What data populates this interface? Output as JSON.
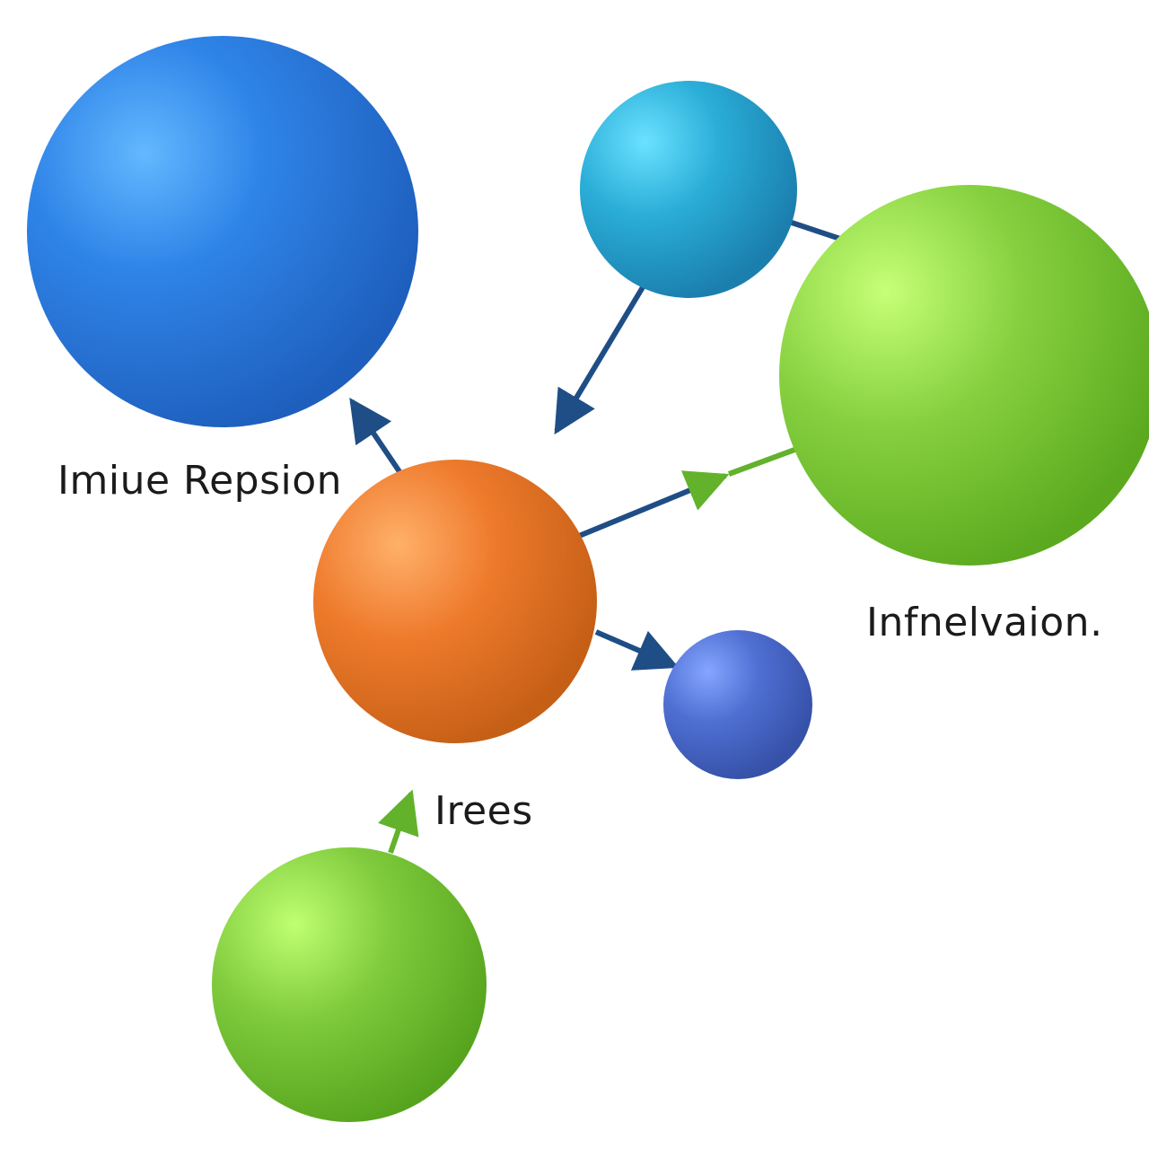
{
  "diagram": {
    "labels": {
      "top_left": "Imiue Repsion",
      "right": "Infnelvaion.",
      "bottom": "Irees"
    },
    "nodes": [
      {
        "name": "large-blue-sphere",
        "color": "#2f7fe0"
      },
      {
        "name": "cyan-sphere",
        "color": "#2aaed6"
      },
      {
        "name": "large-green-sphere",
        "color": "#84d13f"
      },
      {
        "name": "orange-sphere",
        "color": "#ea7a2a"
      },
      {
        "name": "small-blue-sphere",
        "color": "#4f6ed1"
      },
      {
        "name": "bottom-green-sphere",
        "color": "#78c93a"
      }
    ],
    "colors": {
      "arrow_dark": "#1f4e86",
      "arrow_green": "#63b22b",
      "text": "#1b1b1b"
    }
  }
}
